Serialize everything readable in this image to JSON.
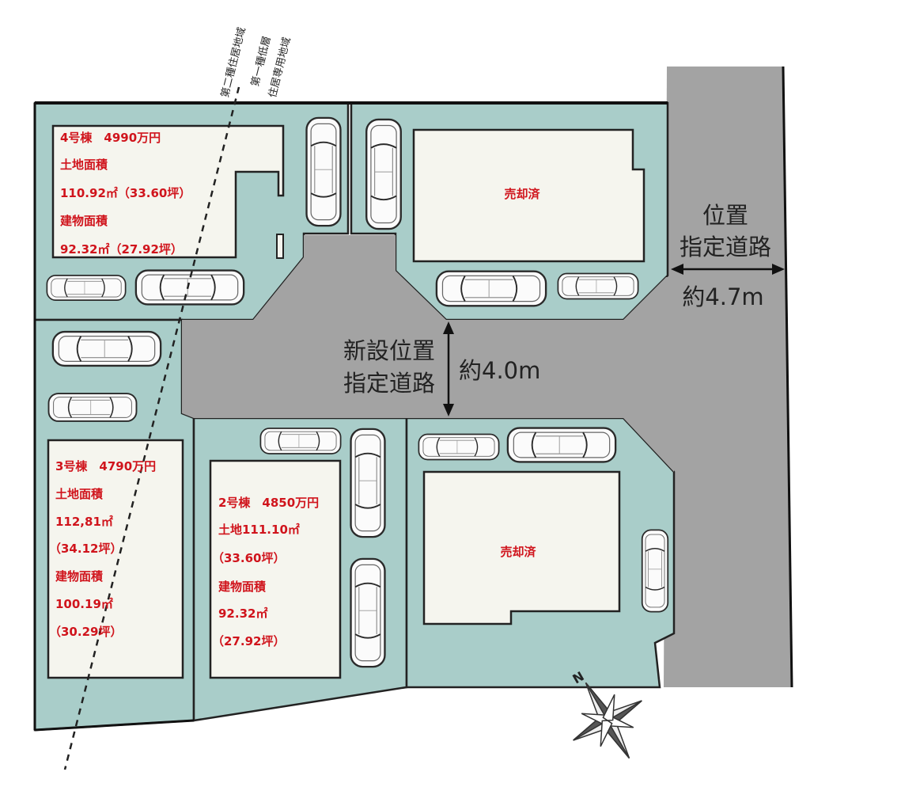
{
  "zoning": {
    "label_a": "第二種住居地域",
    "label_b_line1": "第一種低層",
    "label_b_line2": "住居専用地域"
  },
  "roads": {
    "east_road": {
      "line1": "位置",
      "line2": "指定道路",
      "width": "約4.7m"
    },
    "new_road": {
      "line1": "新設位置",
      "line2": "指定道路",
      "width": "約4.0m"
    }
  },
  "lots": {
    "lot4": {
      "title": "4号棟　4990万円",
      "lines": [
        "土地面積",
        "110.92㎡（33.60坪）",
        "建物面積",
        "92.32㎡（27.92坪）"
      ]
    },
    "lot3": {
      "title": "3号棟　4790万円",
      "lines": [
        "土地面積",
        "112,81㎡",
        "（34.12坪）",
        "建物面積",
        "100.19㎡",
        "（30.29坪）"
      ]
    },
    "lot2": {
      "title": "2号棟　4850万円",
      "lines": [
        "土地111.10㎡",
        "（33.60坪）",
        "建物面積",
        "92.32㎡",
        "（27.92坪）"
      ]
    },
    "lot1_ne": {
      "status": "売却済"
    },
    "lot1_se": {
      "status": "売却済"
    }
  },
  "compass": {
    "north_label": "N"
  },
  "colors": {
    "lot_fill": "#a9cdc9",
    "road_fill": "#a3a3a3",
    "house_fill": "#f5f5ee",
    "price_text": "#d0141c"
  }
}
